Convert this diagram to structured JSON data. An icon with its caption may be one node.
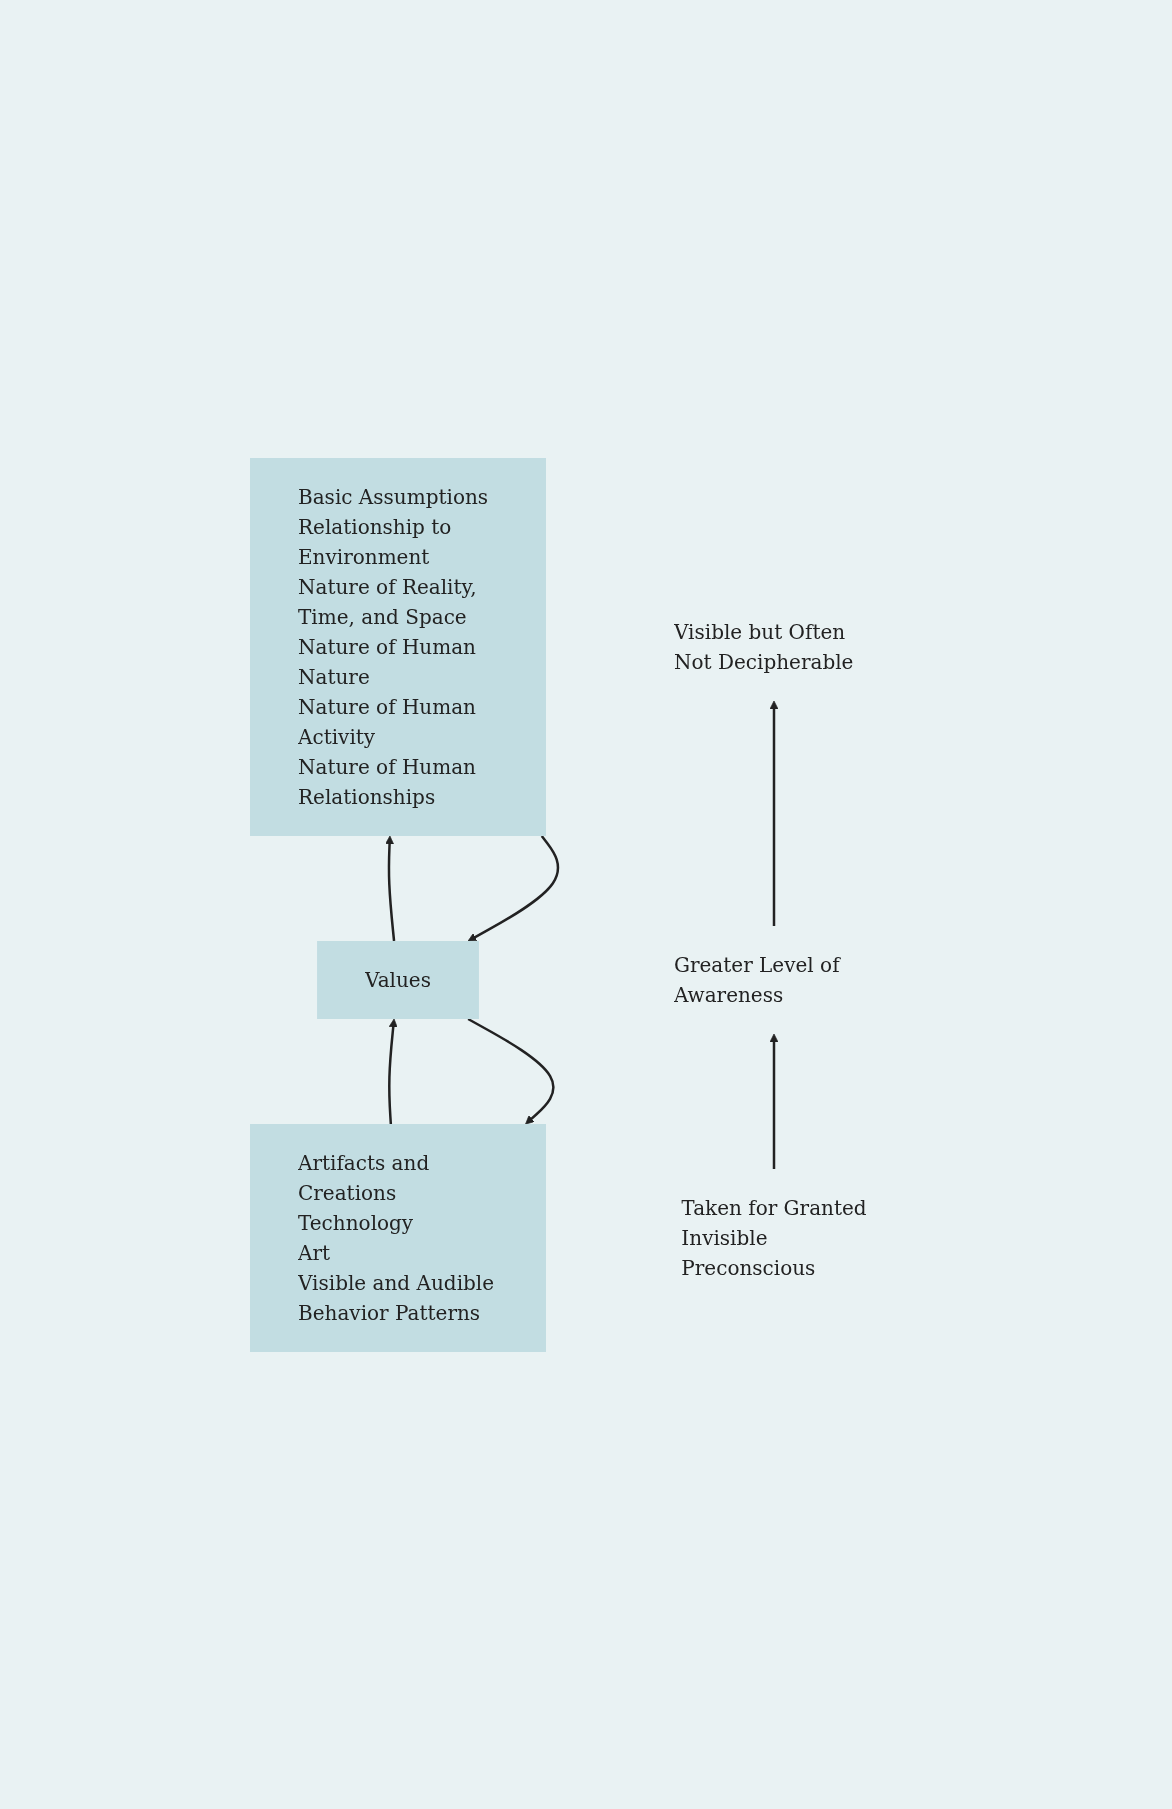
{
  "diagram": {
    "nodes": [
      {
        "text": [
          "Artifacts and Creations",
          "Technology",
          "Art",
          "Visible and Audible",
          "Behavior Patterns"
        ]
      },
      {
        "text": [
          "Values"
        ]
      },
      {
        "text": [
          "Basic Assumptions",
          "Relationship to Environment",
          "Nature of Reality, Time, and Space",
          "Nature of Human Nature",
          "Nature of Human Activity",
          "Nature of Human Relationships"
        ]
      },
      {
        "text": [
          "Visible but Often Not Decipherable"
        ]
      },
      {
        "text": [
          "Greater Level of Awareness"
        ]
      },
      {
        "text": [
          "Taken for Granted",
          "Invisible",
          "Preconscious"
        ]
      }
    ],
    "edges": [
      {
        "from": 1,
        "to": 0,
        "arrow": "to"
      },
      {
        "from": 0,
        "to": 1,
        "arrow": "to"
      },
      {
        "from": 2,
        "to": 1,
        "arrow": "to"
      },
      {
        "from": 1,
        "to": 2,
        "arrow": "to"
      },
      {
        "from": 4,
        "to": 3,
        "arrow": "to"
      },
      {
        "from": 5,
        "to": 4,
        "arrow": "to"
      }
    ]
  }
}
